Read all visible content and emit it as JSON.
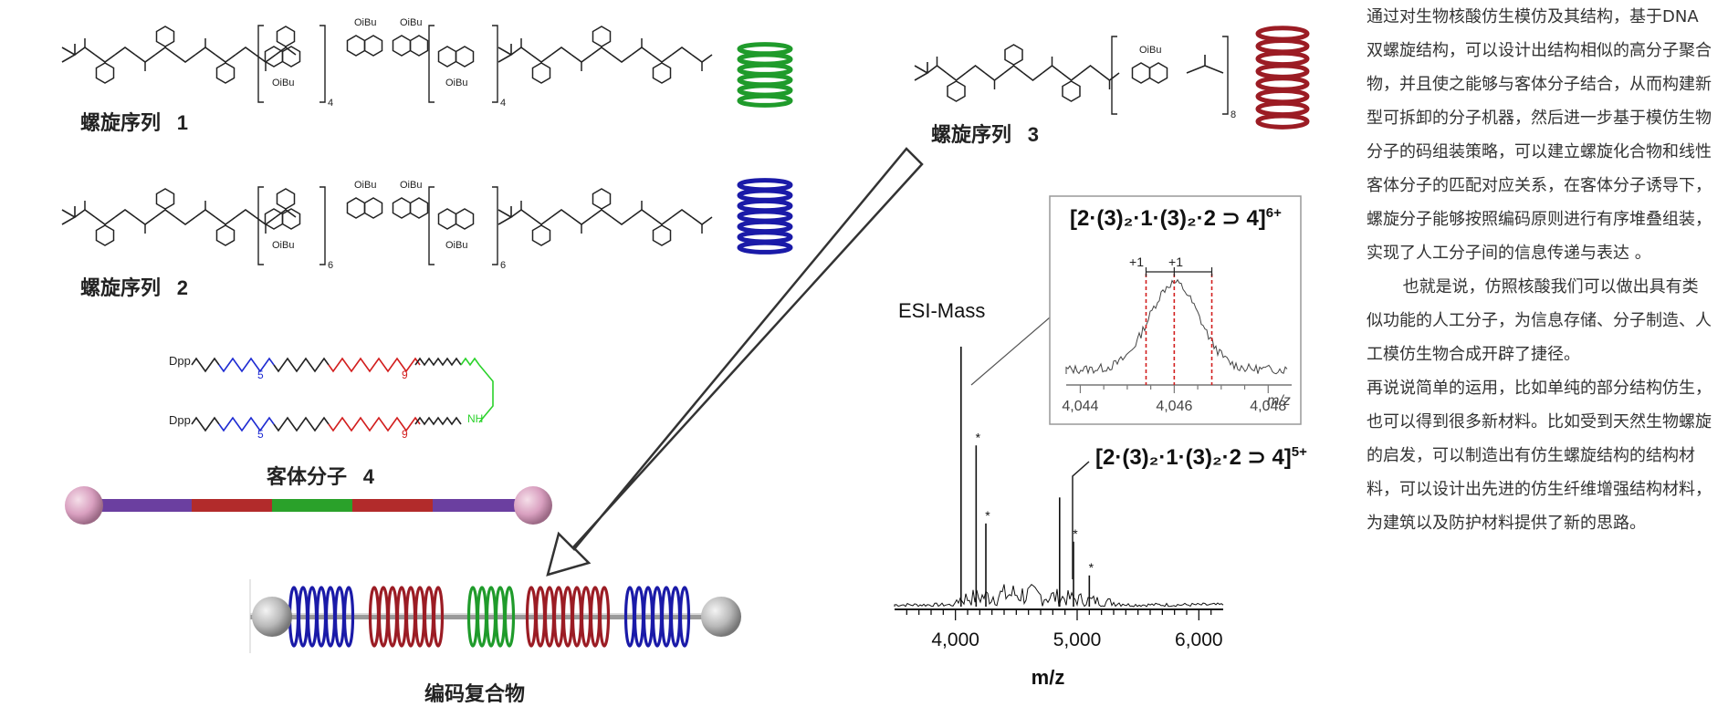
{
  "labels": {
    "helix1_name": "螺旋序列",
    "helix1_num": "1",
    "helix2_name": "螺旋序列",
    "helix2_num": "2",
    "helix3_name": "螺旋序列",
    "helix3_num": "3",
    "guest_name": "客体分子",
    "guest_num": "4",
    "complex_name": "编码复合物",
    "esi_mass": "ESI-Mass",
    "mz_axis": "m/z",
    "oibu": "OiBu",
    "dpp": "Dpp",
    "subscript_4": "4",
    "subscript_6": "6",
    "subscript_8": "8",
    "chain_5": "5",
    "chain_9": "9",
    "nh": "NH",
    "inset_plus1_a": "+1",
    "inset_plus1_b": "+1"
  },
  "formulas": {
    "ion6": {
      "text": "[2·(3)₂·1·(3)₂·2 ⊃ 4]",
      "charge": "6+"
    },
    "ion5": {
      "text": "[2·(3)₂·1·(3)₂·2 ⊃ 4]",
      "charge": "5+"
    }
  },
  "chart_data": [
    {
      "type": "line",
      "title": "ESI-Mass",
      "xlabel": "m/z",
      "ylabel": "",
      "xlim": [
        3500,
        6200
      ],
      "x_ticks": [
        "4,000",
        "5,000",
        "6,000"
      ],
      "peaks": [
        {
          "x": 4046,
          "y": 1.0,
          "label": ""
        },
        {
          "x": 4170,
          "y": 0.62,
          "label": "*"
        },
        {
          "x": 4250,
          "y": 0.32,
          "label": "*"
        },
        {
          "x": 4856,
          "y": 0.42,
          "label": ""
        },
        {
          "x": 4970,
          "y": 0.25,
          "label": "*"
        },
        {
          "x": 5100,
          "y": 0.12,
          "label": "*"
        }
      ]
    },
    {
      "type": "line",
      "title": "",
      "xlabel": "m/z",
      "xlim": [
        4043.7,
        4048.5
      ],
      "x_ticks": [
        "4,044",
        "4,046",
        "4,048"
      ],
      "marked_peaks": [
        4045.4,
        4046.0,
        4046.8
      ]
    }
  ],
  "colors": {
    "green_helix": "#1f9b2b",
    "blue_helix": "#1a1aa8",
    "red_helix": "#9b1c24",
    "rod_purple": "#6b3fa0",
    "rod_red": "#b22b2b",
    "rod_green": "#2aa12a",
    "ball_pink": "#d9a0c0",
    "ball_grey": "#b9b9b9",
    "chain_blue": "#1e2bd2",
    "chain_red": "#d21e1e",
    "chain_green": "#2bd22b",
    "dashed_red": "#d21e1e"
  },
  "article": {
    "paragraphs": [
      "通过对生物核酸仿生模仿及其结构，基于DNA双螺旋结构，可以设计出结构相似的高分子聚合物，并且使之能够与客体分子结合，从而构建新型可拆卸的分子机器，然后进一步基于模仿生物分子的码组装策略，可以建立螺旋化合物和线性客体分子的匹配对应关系，在客体分子诱导下，螺旋分子能够按照编码原则进行有序堆叠组装，实现了人工分子间的信息传递与表达 。",
      "也就是说，仿照核酸我们可以做出具有类似功能的人工分子，为信息存储、分子制造、人工模仿生物合成开辟了捷径。",
      "再说说简单的运用，比如单纯的部分结构仿生，也可以得到很多新材料。比如受到天然生物螺旋的启发，可以制造出有仿生螺旋结构的结构材料，可以设计出先进的仿生纤维增强结构材料，为建筑以及防护材料提供了新的思路。"
    ]
  }
}
